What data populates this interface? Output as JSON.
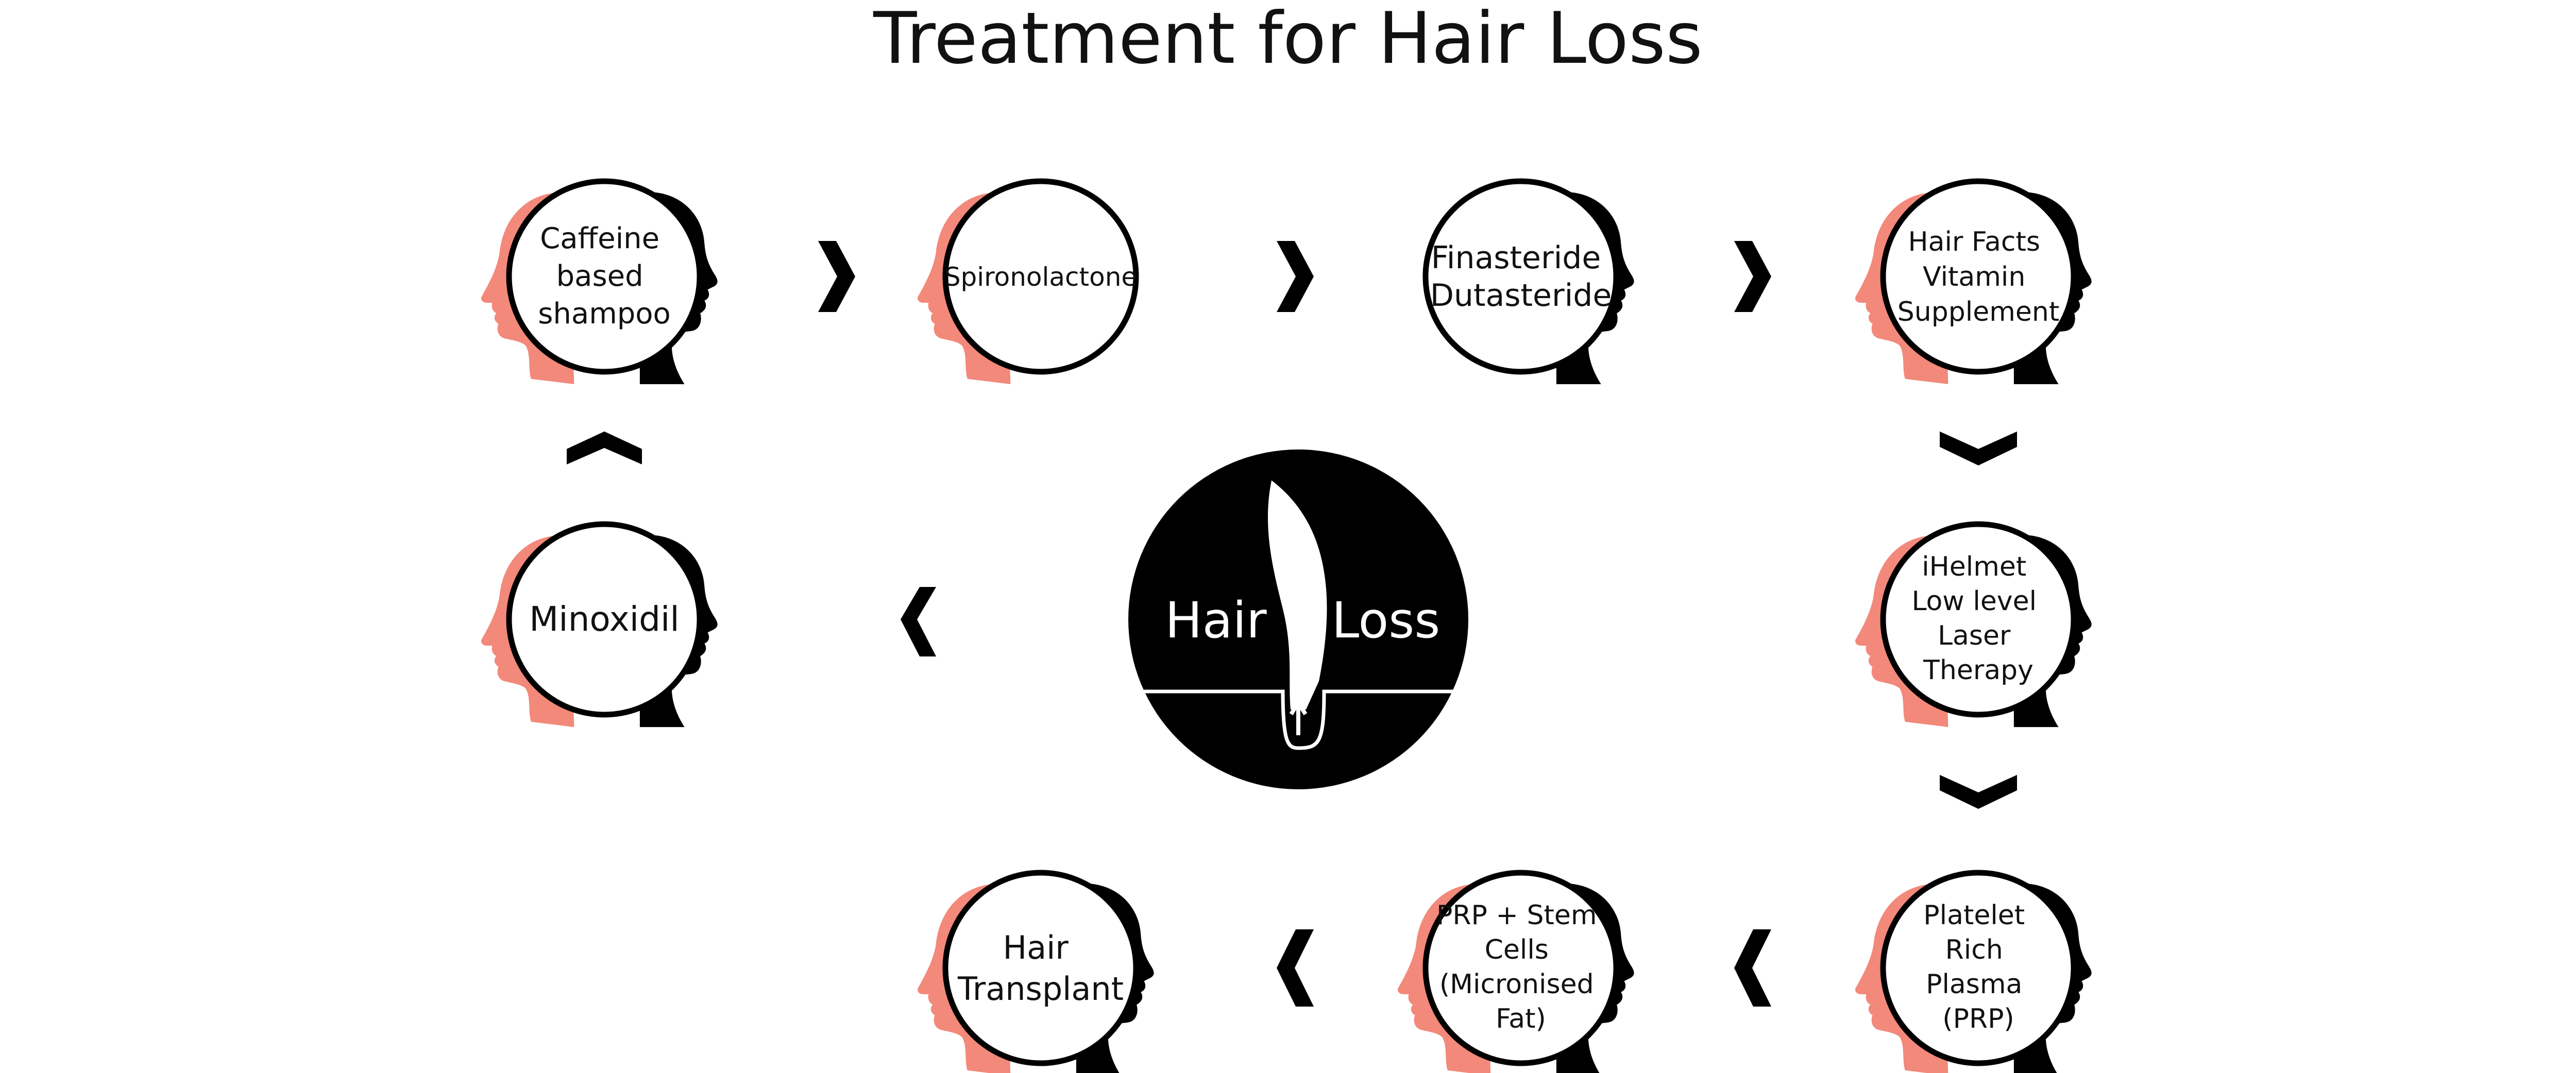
{
  "title": "Treatment for Hair Loss",
  "colors": {
    "female_head": "#F2897A",
    "male_head": "#000000",
    "circle_fill": "#ffffff",
    "circle_stroke": "#000000",
    "arrow": "#000000",
    "center_fill": "#000000",
    "center_text": "#ffffff"
  },
  "center": {
    "left_word": "Hair",
    "right_word": "Loss"
  },
  "nodes": {
    "caffeine": {
      "lines": [
        "Caffeine",
        "based",
        "shampoo"
      ],
      "icons": [
        "female-head-icon",
        "male-head-icon"
      ]
    },
    "spironolactone": {
      "lines": [
        "Spironolactone"
      ],
      "icons": [
        "female-head-icon"
      ]
    },
    "finasteride": {
      "lines": [
        "Finasteride",
        "Dutasteride"
      ],
      "icons": [
        "male-head-icon"
      ]
    },
    "vitamin": {
      "lines": [
        "Hair Facts",
        "Vitamin",
        "Supplement"
      ],
      "icons": [
        "female-head-icon",
        "male-head-icon"
      ]
    },
    "minoxidil": {
      "lines": [
        "Minoxidil"
      ],
      "icons": [
        "female-head-icon",
        "male-head-icon"
      ]
    },
    "ihelmet": {
      "lines": [
        "iHelmet",
        "Low level",
        "Laser",
        "Therapy"
      ],
      "icons": [
        "female-head-icon",
        "male-head-icon"
      ]
    },
    "prp": {
      "lines": [
        "Platelet",
        "Rich",
        "Plasma",
        "(PRP)"
      ],
      "icons": [
        "female-head-icon",
        "male-head-icon"
      ]
    },
    "prp_stem": {
      "lines": [
        "PRP + Stem",
        "Cells",
        "(Micronised",
        "Fat)"
      ],
      "icons": [
        "female-head-icon",
        "male-head-icon"
      ]
    },
    "transplant": {
      "lines": [
        "Hair",
        "Transplant"
      ],
      "icons": [
        "female-head-icon",
        "male-head-icon"
      ]
    }
  },
  "arrows": [
    {
      "name": "arrow-caffeine-to-spironolactone",
      "direction": "right"
    },
    {
      "name": "arrow-spironolactone-to-finasteride",
      "direction": "right"
    },
    {
      "name": "arrow-finasteride-to-vitamin",
      "direction": "right"
    },
    {
      "name": "arrow-vitamin-to-ihelmet",
      "direction": "down"
    },
    {
      "name": "arrow-ihelmet-to-prp",
      "direction": "down"
    },
    {
      "name": "arrow-prp-to-prp-stem",
      "direction": "left"
    },
    {
      "name": "arrow-prp-stem-to-transplant",
      "direction": "left"
    },
    {
      "name": "arrow-center-to-minoxidil",
      "direction": "left"
    },
    {
      "name": "arrow-minoxidil-to-caffeine",
      "direction": "up"
    }
  ]
}
